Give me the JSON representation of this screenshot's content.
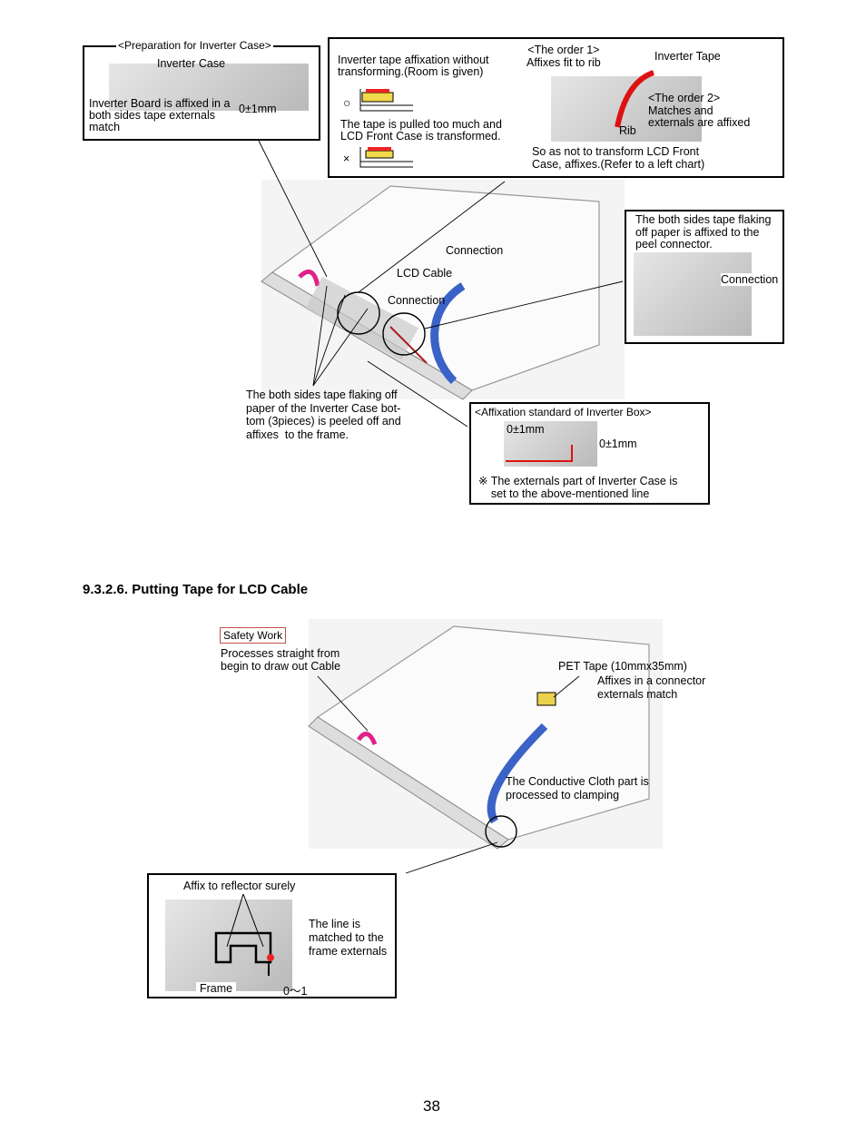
{
  "top": {
    "prep_box": {
      "title": "<Preparation for Inverter Case>",
      "inverter_case": "Inverter Case",
      "board_note": "Inverter Board is affixed in a\nboth sides tape externals\nmatch",
      "tolerance": "0±1mm"
    },
    "affix_box": {
      "good_note": "Inverter tape affixation without\ntransforming.(Room is given)",
      "good_mark": "○",
      "bad_note": "The tape is pulled too much and\nLCD Front Case is transformed.",
      "bad_mark": "×",
      "order1": "<The order 1>\nAffixes fit to rib",
      "inverter_tape": "Inverter Tape",
      "order2": "<The order 2>\nMatches and\nexternals are affixed",
      "rib": "Rib",
      "so_as_not": "So as not to transform LCD Front\nCase, affixes.(Refer to a left chart)"
    },
    "peel_box": {
      "note": "The both sides tape flaking\noff paper is affixed to the\npeel connector.",
      "connection": "Connection"
    },
    "main": {
      "connection_top": "Connection",
      "lcd_cable": "LCD Cable",
      "connection_mid": "Connection",
      "bottom_note": "The both sides tape flaking off\npaper of the Inverter Case bot-\ntom (3pieces) is peeled off and\naffixes  to the frame."
    },
    "std_box": {
      "title": "<Affixation standard of Inverter Box>",
      "tol1": "0±1mm",
      "tol2": "0±1mm",
      "note": "※ The externals part of Inverter Case is\n    set to the above-mentioned line"
    }
  },
  "section": {
    "heading": "9.3.2.6. Putting Tape for LCD Cable",
    "safety": "Safety Work",
    "processes": "Processes straight from\nbegin to draw out Cable",
    "pet_tape": "PET Tape (10mmx35mm)",
    "affixes_connector": "Affixes in a connector\nexternals match",
    "conductive": "The Conductive Cloth part is\nprocessed to clamping",
    "detail_box": {
      "reflector": "Affix to reflector surely",
      "line_note": "The line is\nmatched to the\nframe externals",
      "frame": "Frame",
      "range": "0～1"
    }
  },
  "page_number": "38"
}
